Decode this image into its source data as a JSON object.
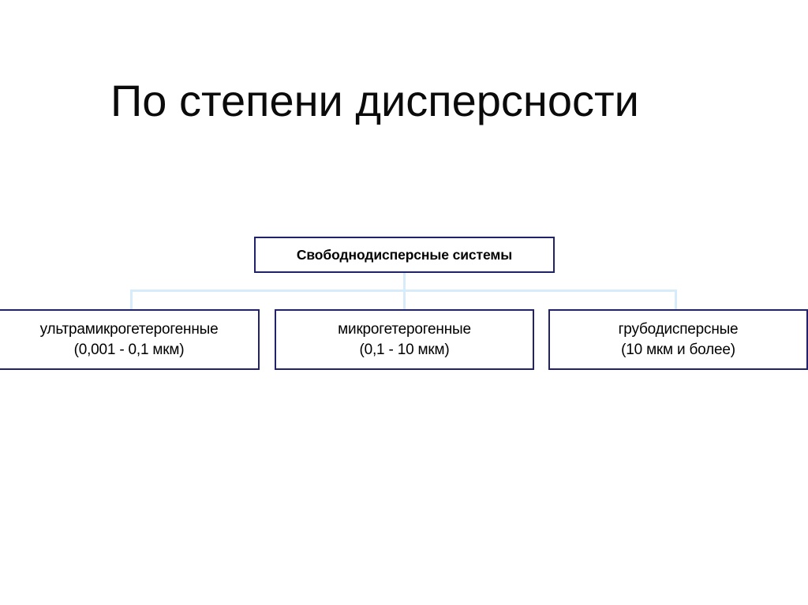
{
  "slide": {
    "title": "По степени дисперсности",
    "background_color": "#ffffff",
    "title_color": "#0b0b0b"
  },
  "diagram": {
    "type": "hierarchy",
    "box_border_color": "#22226b",
    "box_fill_color": "#ffffff",
    "connector_color": "#d6ecfa",
    "root": {
      "label": "Свободнодисперсные системы"
    },
    "children": [
      {
        "name": "ультрамикрогетерогенные",
        "size_range": "(0,001 - 0,1 мкм)",
        "label": "ультрамикрогетерогенные\n(0,001 - 0,1 мкм)"
      },
      {
        "name": "микрогетерогенные",
        "size_range": "(0,1 - 10 мкм)",
        "label": "микрогетерогенные\n(0,1 - 10 мкм)"
      },
      {
        "name": "грубодисперсные",
        "size_range": "(10 мкм и более)",
        "label": "грубодисперсные\n(10 мкм и более)"
      }
    ]
  }
}
